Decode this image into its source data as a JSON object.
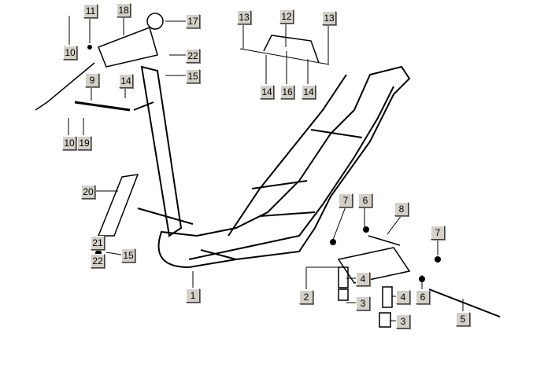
{
  "callouts": [
    "11",
    "18",
    "17",
    "13",
    "12",
    "13",
    "10",
    "22",
    "15",
    "9",
    "14",
    "14",
    "16",
    "14",
    "10",
    "19",
    "20",
    "7",
    "6",
    "8",
    "7",
    "21",
    "15",
    "22",
    "4",
    "1",
    "2",
    "4",
    "6",
    "3",
    "3",
    "5"
  ]
}
